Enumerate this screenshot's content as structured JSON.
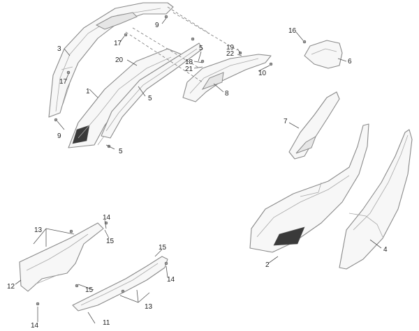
{
  "callouts": {
    "c1": "1",
    "c2": "2",
    "c3": "3",
    "c4": "4",
    "c5a": "5",
    "c5b": "5",
    "c5c": "5",
    "c6": "6",
    "c7": "7",
    "c8": "8",
    "c9a": "9",
    "c9b": "9",
    "c10": "10",
    "c11": "11",
    "c12": "12",
    "c13a": "13",
    "c13b": "13",
    "c14a": "14",
    "c14b": "14",
    "c14c": "14",
    "c15a": "15",
    "c15b": "15",
    "c15c": "15",
    "c16": "16",
    "c17a": "17",
    "c17b": "17",
    "c18": "18",
    "c19": "19",
    "c20": "20",
    "c21": "21",
    "c22": "22"
  }
}
